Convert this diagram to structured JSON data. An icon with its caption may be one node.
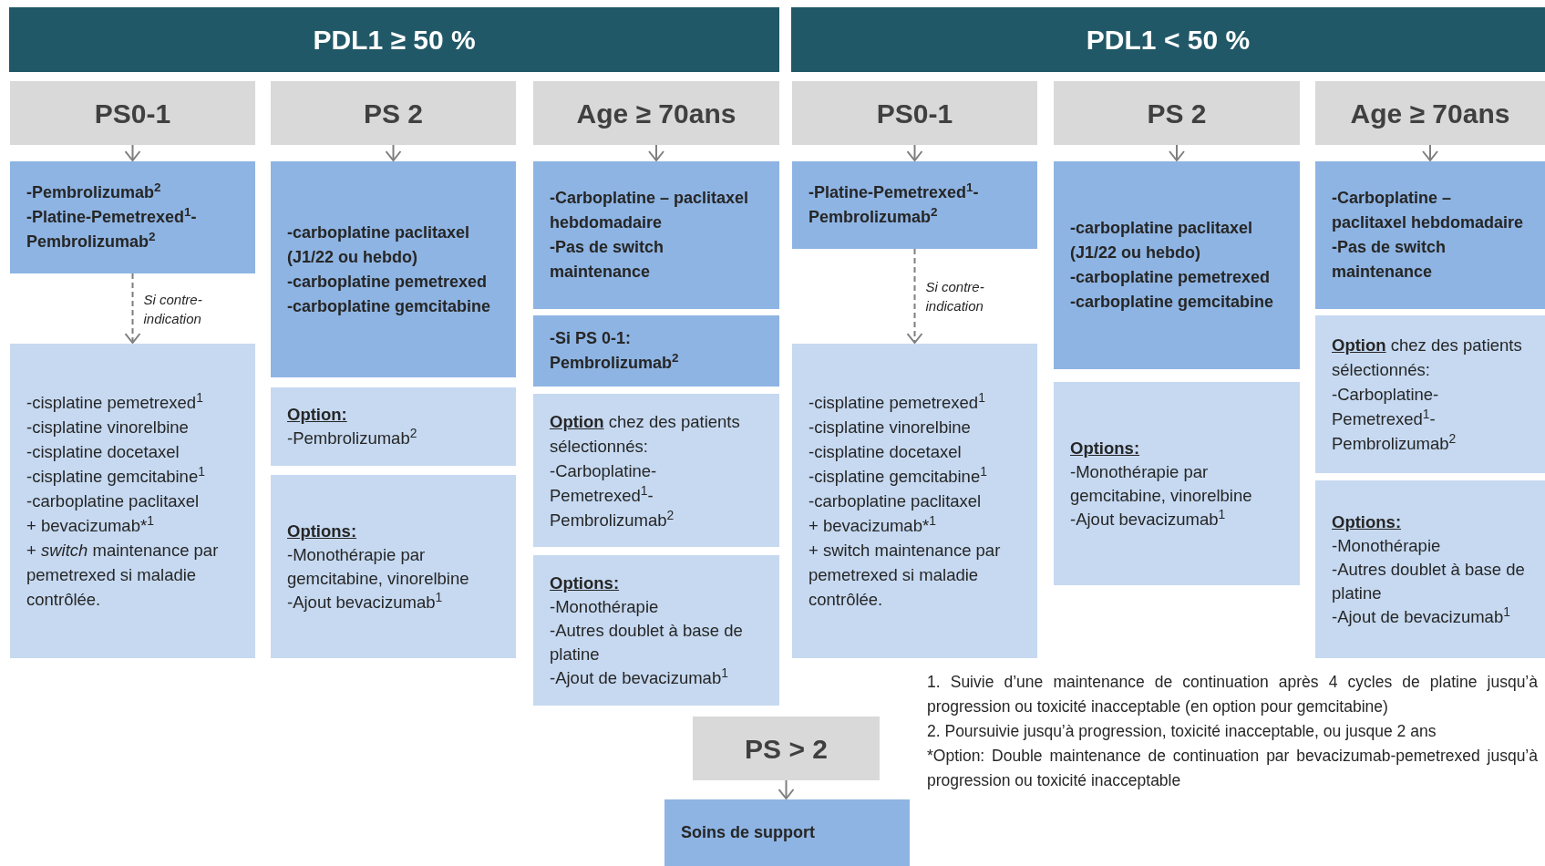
{
  "diagram": {
    "nodes": [
      {
        "text": [
          "PDL1 ≥ 50 %"
        ]
      },
      {
        "text": [
          "PDL1 < 50 %"
        ]
      },
      {
        "text": [
          "PS0-1"
        ]
      },
      {
        "text": [
          "-Pembrolizumab$^{2}$",
          "-Platine-Pemetrexed$^{1}$- Pembrolizumab$^{2}$"
        ]
      },
      {
        "text": [
          "-cisplatine pemetrexed$^{1}$",
          "-cisplatine vinorelbine",
          "-cisplatine docetaxel",
          "-cisplatine gemcitabine$^{1}$",
          "-carboplatine paclitaxel",
          "+ bevacizumab*$^{1}$",
          "+ *switch* maintenance par pemetrexed si maladie contrôlée."
        ]
      },
      {
        "text": [
          "PS 2"
        ]
      },
      {
        "text": [
          "-carboplatine paclitaxel (J1/22 ou hebdo)",
          "-carboplatine pemetrexed",
          "-carboplatine gemcitabine"
        ]
      },
      {
        "text": [
          "Option:",
          "-Pembrolizumab$^{2}$"
        ]
      },
      {
        "text": [
          "Options:",
          "-Monothérapie par gemcitabine, vinorelbine",
          "-Ajout bevacizumab$^{1}$"
        ]
      },
      {
        "text": [
          "Age ≥ 70ans"
        ]
      },
      {
        "text": [
          "-Carboplatine – paclitaxel hebdomadaire",
          "-Pas de switch maintenance"
        ]
      },
      {
        "text": [
          "-Si PS 0-1: Pembrolizumab$^{2}$"
        ]
      },
      {
        "text": [
          "**Option** chez des patients sélectionnés:",
          "-Carboplatine- Pemetrexed$^{1}$- Pembrolizumab$^{2}$"
        ]
      },
      {
        "text": [
          "Options:",
          "-Monothérapie",
          "-Autres doublet à base de platine",
          "-Ajout de bevacizumab$^{1}$"
        ]
      },
      {
        "text": [
          "PS0-1"
        ]
      },
      {
        "text": [
          "-Platine-Pemetrexed$^{1}$- Pembrolizumab$^{2}$"
        ]
      },
      {
        "text": [
          "-cisplatine pemetrexed$^{1}$",
          "-cisplatine vinorelbine",
          "-cisplatine docetaxel",
          "-cisplatine gemcitabine$^{1}$",
          "-carboplatine paclitaxel",
          "+ bevacizumab*$^{1}$",
          "+ switch maintenance par pemetrexed si maladie contrôlée."
        ]
      },
      {
        "text": [
          "PS 2"
        ]
      },
      {
        "text": [
          "-carboplatine paclitaxel (J1/22 ou hebdo)",
          "-carboplatine pemetrexed",
          "-carboplatine gemcitabine"
        ]
      },
      {
        "text": [
          "Options:",
          "-Monothérapie par gemcitabine, vinorelbine",
          "-Ajout bevacizumab$^{1}$"
        ]
      },
      {
        "text": [
          "Age ≥ 70ans"
        ]
      },
      {
        "text": [
          "-Carboplatine – paclitaxel hebdomadaire",
          "-Pas de switch maintenance"
        ]
      },
      {
        "text": [
          "**Option** chez des patients sélectionnés:",
          "-Carboplatine- Pemetrexed$^{1}$- Pembrolizumab$^{2}$"
        ]
      },
      {
        "text": [
          "Options:",
          "-Monothérapie",
          "-Autres doublet à base de platine",
          "-Ajout de bevacizumab$^{1}$"
        ]
      },
      {
        "text": [
          "PS > 2"
        ]
      },
      {
        "text": [
          "Soins de support"
        ]
      }
    ],
    "edges": [
      {
        "from": 2,
        "to": 3,
        "arrow": "to"
      },
      {
        "from": 3,
        "to": 4,
        "arrow": "to",
        "label": "Si contre-indication",
        "style": "dashed"
      },
      {
        "from": 5,
        "to": 6,
        "arrow": "to"
      },
      {
        "from": 9,
        "to": 10,
        "arrow": "to"
      },
      {
        "from": 14,
        "to": 15,
        "arrow": "to"
      },
      {
        "from": 15,
        "to": 16,
        "arrow": "to",
        "label": "Si contre-indication",
        "style": "dashed"
      },
      {
        "from": 17,
        "to": 18,
        "arrow": "to"
      },
      {
        "from": 20,
        "to": 21,
        "arrow": "to"
      },
      {
        "from": 24,
        "to": 25,
        "arrow": "to"
      }
    ],
    "labels": [
      "1. Suivie d’une maintenance de continuation après 4 cycles de platine jusqu’à progression ou toxicité inacceptable (en option pour gemcitabine)",
      "2. Poursuivie jusqu’à progression, toxicité inacceptable, ou jusque 2 ans",
      "*Option: Double maintenance de continuation par bevacizumab-pemetrexed jusqu’à progression ou toxicité inacceptable"
    ]
  }
}
